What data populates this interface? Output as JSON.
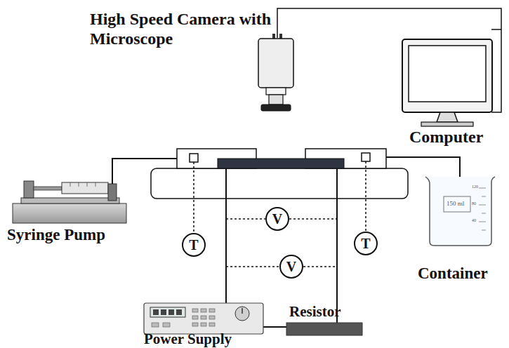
{
  "diagram": {
    "nodes": [
      {
        "text": [
          "T"
        ]
      },
      {
        "text": [
          "V"
        ]
      },
      {
        "text": [
          "T"
        ]
      },
      {
        "text": [
          "V"
        ]
      }
    ],
    "labels": [
      "High Speed Camera with Microscope",
      "Computer",
      "Syringe Pump",
      "Container",
      "Power Supply",
      "Resistor",
      "150 ml",
      "120",
      "80",
      "40"
    ]
  }
}
